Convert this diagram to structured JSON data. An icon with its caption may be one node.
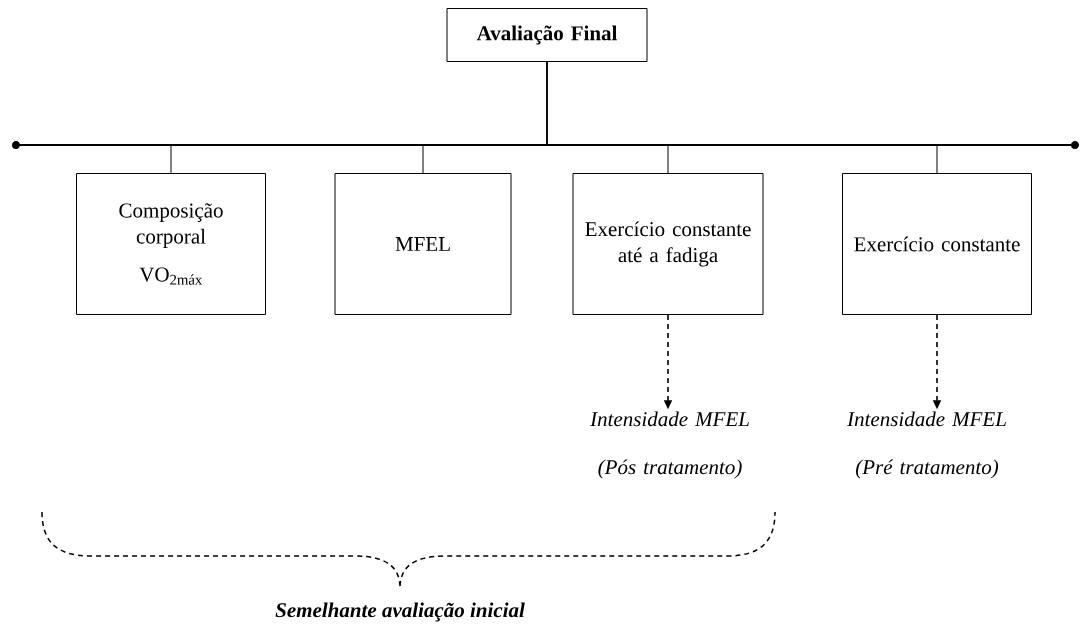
{
  "diagram": {
    "nodes": [
      {
        "text": [
          "Avaliação Final"
        ]
      },
      {
        "text": [
          "Composição corporal",
          "VO$_{2máx}$"
        ]
      },
      {
        "text": [
          "MFEL"
        ]
      },
      {
        "text": [
          "Exercício constante até a fadiga"
        ]
      },
      {
        "text": [
          "Exercício constante"
        ]
      },
      {
        "text": [
          "Intensidade MFEL",
          "(Pós tratamento)"
        ]
      },
      {
        "text": [
          "Intensidade MFEL",
          "(Pré tratamento)"
        ]
      }
    ],
    "edges": [
      {
        "from": 0,
        "to": 1,
        "arrow": "none"
      },
      {
        "from": 0,
        "to": 2,
        "arrow": "none"
      },
      {
        "from": 0,
        "to": 3,
        "arrow": "none"
      },
      {
        "from": 0,
        "to": 4,
        "arrow": "none"
      },
      {
        "from": 3,
        "to": 5,
        "arrow": "to",
        "style": "dashed"
      },
      {
        "from": 4,
        "to": 6,
        "arrow": "to",
        "style": "dashed"
      }
    ],
    "labels": [
      "Semelhante avaliação inicial"
    ]
  }
}
